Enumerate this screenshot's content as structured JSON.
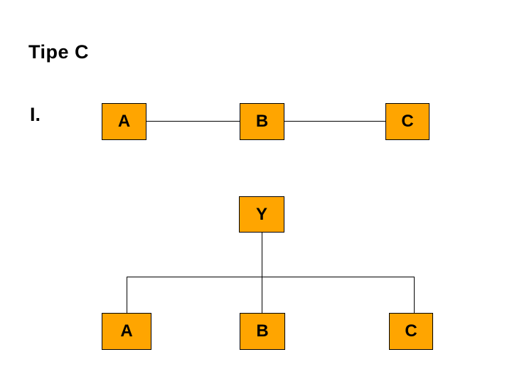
{
  "slide": {
    "title": "Tipe C",
    "list_marker": "I."
  },
  "colors": {
    "background": "#FFFFFF",
    "node_fill": "#FFA500",
    "node_border": "#000000",
    "connector": "#000000",
    "text": "#000000"
  },
  "diagram": {
    "type": "node-link",
    "top_row": {
      "structure": "linear-chain",
      "nodes": [
        {
          "label": "A"
        },
        {
          "label": "B"
        },
        {
          "label": "C"
        }
      ],
      "links": [
        [
          "A",
          "B"
        ],
        [
          "B",
          "C"
        ]
      ]
    },
    "tree": {
      "structure": "one-root-three-children",
      "root": {
        "label": "Y"
      },
      "children": [
        {
          "label": "A"
        },
        {
          "label": "B"
        },
        {
          "label": "C"
        }
      ]
    }
  }
}
